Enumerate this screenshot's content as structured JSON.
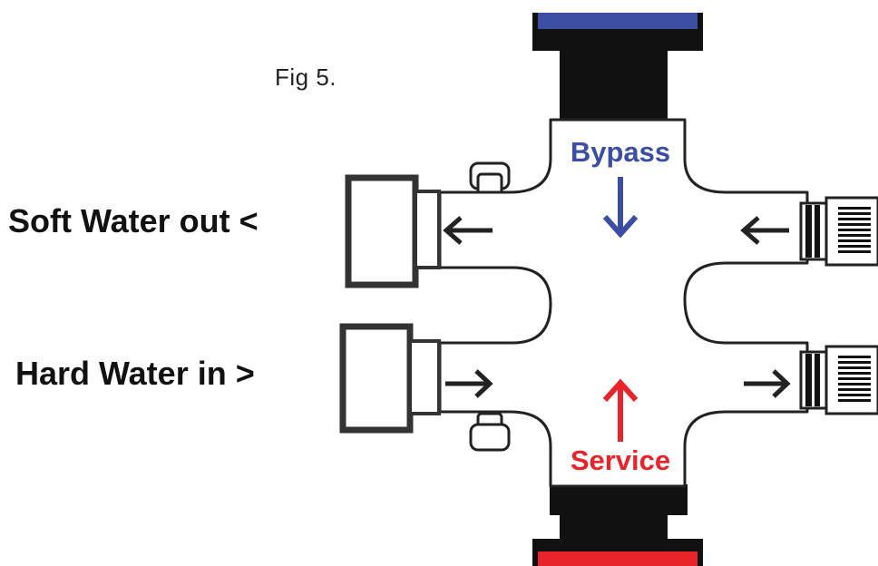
{
  "figure": {
    "label": "Fig 5."
  },
  "labels": {
    "soft_water": "Soft Water out <",
    "hard_water": "Hard Water in >",
    "bypass": "Bypass",
    "service": "Service"
  },
  "colors": {
    "bypass": "#3b4ea3",
    "service": "#e8232a",
    "outline": "#222222",
    "fill": "#ffffff",
    "pipe": "#111111"
  }
}
